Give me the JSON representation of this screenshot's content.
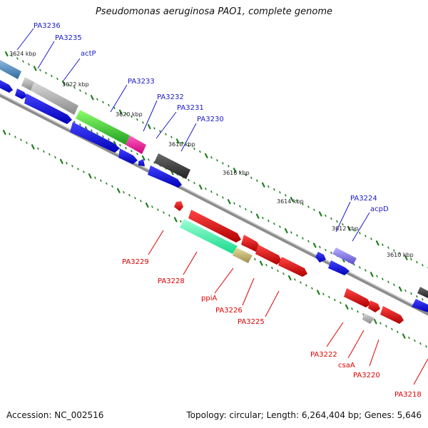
{
  "title": "Pseudomonas aeruginosa PAO1, complete genome",
  "footer": {
    "accession": "Accession: NC_002516",
    "summary": "Topology: circular; Length: 6,264,404 bp; Genes: 5,646"
  },
  "colors": {
    "backbone": "#8c8c8c",
    "forward_label": "#1a1acc",
    "reverse_label": "#dd0000",
    "tick": "#1f7f1f",
    "cds_forward": "#1212e0",
    "cds_reverse": "#e00000"
  },
  "coordinates": [
    "3624 kbp",
    "3622 kbp",
    "3620 kbp",
    "3618 kbp",
    "3616 kbp",
    "3614 kbp",
    "3612 kbp",
    "3610 kbp"
  ],
  "forward_labels": [
    "PA3236",
    "PA3235",
    "actP",
    "PA3233",
    "PA3232",
    "PA3231",
    "PA3230",
    "PA3224",
    "acpD"
  ],
  "reverse_labels": [
    "PA3229",
    "PA3228",
    "ppiA",
    "PA3226",
    "PA3225",
    "PA3222",
    "csaA",
    "PA3220",
    "PA3218"
  ]
}
